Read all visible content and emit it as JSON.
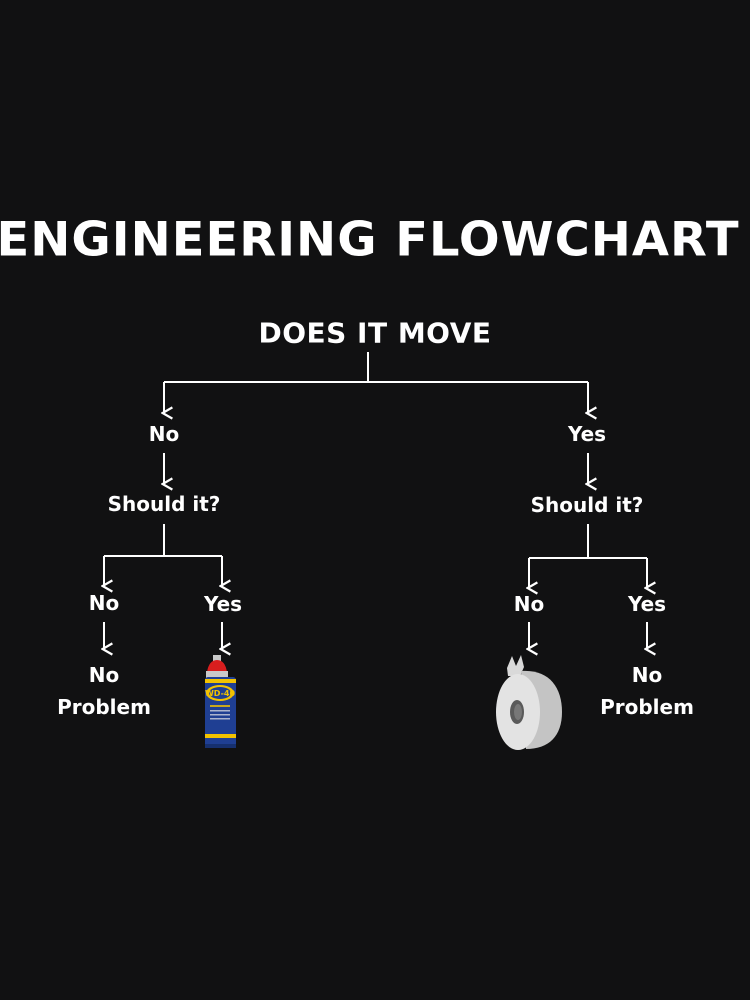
{
  "title": "ENGINEERING FLOWCHART",
  "root": "DOES IT MOVE",
  "left": {
    "answer": "No",
    "question": "Should it?",
    "no": {
      "label": "No",
      "result_line1": "No",
      "result_line2": "Problem"
    },
    "yes": {
      "label": "Yes",
      "result_image": "wd40-can-icon",
      "result_text": "WD-40"
    }
  },
  "right": {
    "answer": "Yes",
    "question": "Should it?",
    "no": {
      "label": "No",
      "result_image": "duct-tape-icon"
    },
    "yes": {
      "label": "Yes",
      "result_line1": "No",
      "result_line2": "Problem"
    }
  },
  "colors": {
    "background": "#111112",
    "text": "#ffffff",
    "can_blue": "#1f3f93",
    "can_yellow": "#f2c200",
    "can_red": "#d81e1e",
    "tape": "#d9d9d9"
  }
}
